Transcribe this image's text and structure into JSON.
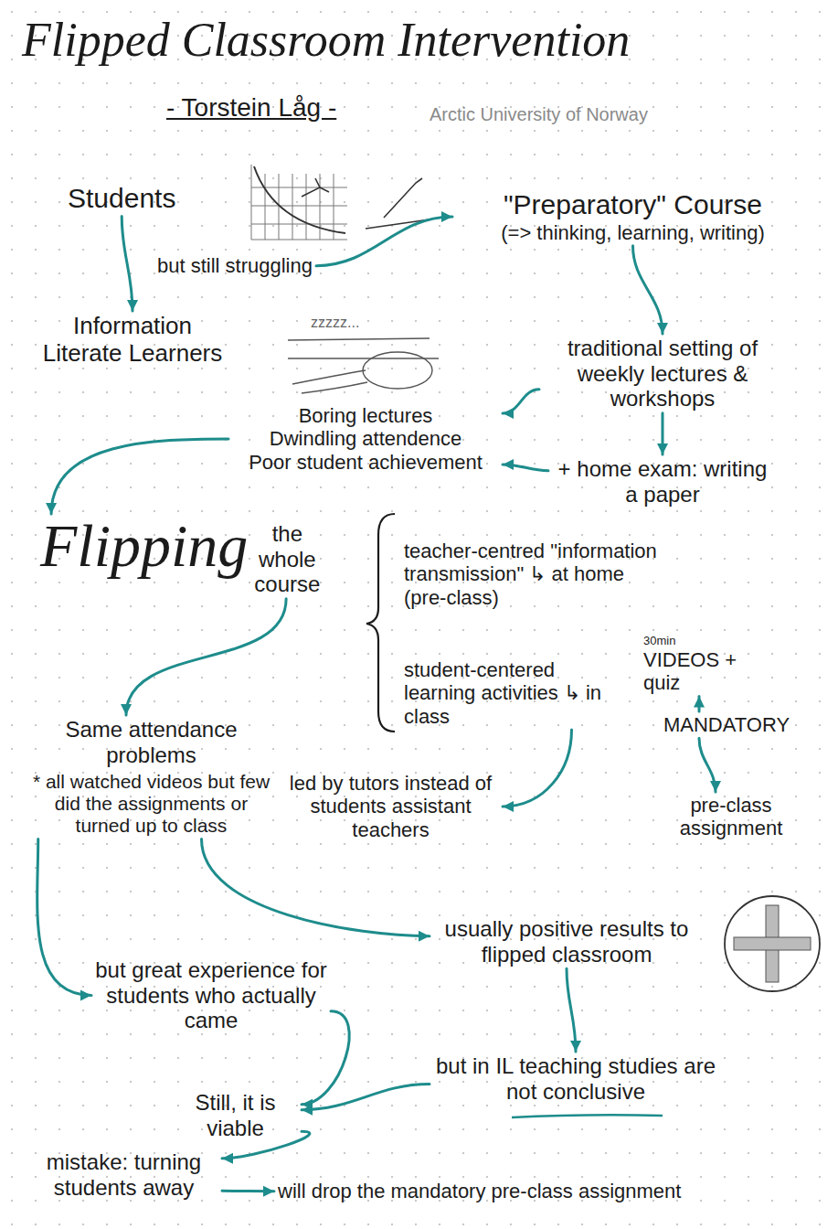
{
  "diagram": {
    "title": "Flipped Classroom Intervention",
    "nodes": [
      {
        "text": [
          "Students"
        ]
      },
      {
        "text": [
          "Information Literate Learners"
        ]
      },
      {
        "text": [
          "but still struggling"
        ]
      },
      {
        "text": [
          "\"Preparatory\" Course",
          "(=> thinking, learning, writing)"
        ]
      },
      {
        "text": [
          "traditional setting of weekly lectures & workshops"
        ]
      },
      {
        "text": [
          "Boring lectures",
          "Dwindling attendence",
          "Poor student achievement"
        ]
      },
      {
        "text": [
          "+ home exam: writing a paper"
        ]
      },
      {
        "text": [
          "Flipping",
          "the whole course"
        ]
      },
      {
        "text": [
          "teacher-centred \"information transmission\" ↳ at home (pre-class)"
        ]
      },
      {
        "text": [
          "30min",
          "VIDEOS + quiz"
        ]
      },
      {
        "text": [
          "student-centered learning activities ↳ in class"
        ]
      },
      {
        "text": [
          "MANDATORY"
        ]
      },
      {
        "text": [
          "pre-class assignment"
        ]
      },
      {
        "text": [
          "led by tutors instead of students assistant teachers"
        ]
      },
      {
        "text": [
          "Same attendance problems",
          "* all watched videos but few did the assignments or turned up to class"
        ]
      },
      {
        "text": [
          "but great experience for students who actually came"
        ]
      },
      {
        "text": [
          "usually positive results to flipped classroom"
        ]
      },
      {
        "text": [
          "but in IL teaching studies are not conclusive"
        ]
      },
      {
        "text": [
          "Still, it is viable"
        ]
      },
      {
        "text": [
          "mistake: turning students away"
        ]
      },
      {
        "text": [
          "will drop the mandatory pre-class assignment"
        ]
      }
    ],
    "edges": [
      {
        "from": 0,
        "to": 1,
        "arrow": "to"
      },
      {
        "from": 2,
        "to": 3,
        "arrow": "to"
      },
      {
        "from": 3,
        "to": 4,
        "arrow": "to"
      },
      {
        "from": 4,
        "to": 5,
        "arrow": "to"
      },
      {
        "from": 4,
        "to": 6,
        "arrow": "to"
      },
      {
        "from": 6,
        "to": 5,
        "arrow": "to"
      },
      {
        "from": 5,
        "to": 7,
        "arrow": "to"
      },
      {
        "from": 7,
        "to": 14,
        "arrow": "to"
      },
      {
        "from": 10,
        "to": 13,
        "arrow": "to"
      },
      {
        "from": 11,
        "to": 9,
        "arrow": "to"
      },
      {
        "from": 11,
        "to": 12,
        "arrow": "to"
      },
      {
        "from": 14,
        "to": 15,
        "arrow": "to"
      },
      {
        "from": 14,
        "to": 16,
        "arrow": "to"
      },
      {
        "from": 15,
        "to": 18,
        "arrow": "to"
      },
      {
        "from": 16,
        "to": 17,
        "arrow": "to"
      },
      {
        "from": 17,
        "to": 18,
        "arrow": "to"
      },
      {
        "from": 18,
        "to": 19,
        "arrow": "to"
      },
      {
        "from": 19,
        "to": 20,
        "arrow": "to"
      }
    ],
    "labels": [
      "- Torstein Låg -",
      "Arctic University of Norway",
      "zzzzz..."
    ]
  }
}
